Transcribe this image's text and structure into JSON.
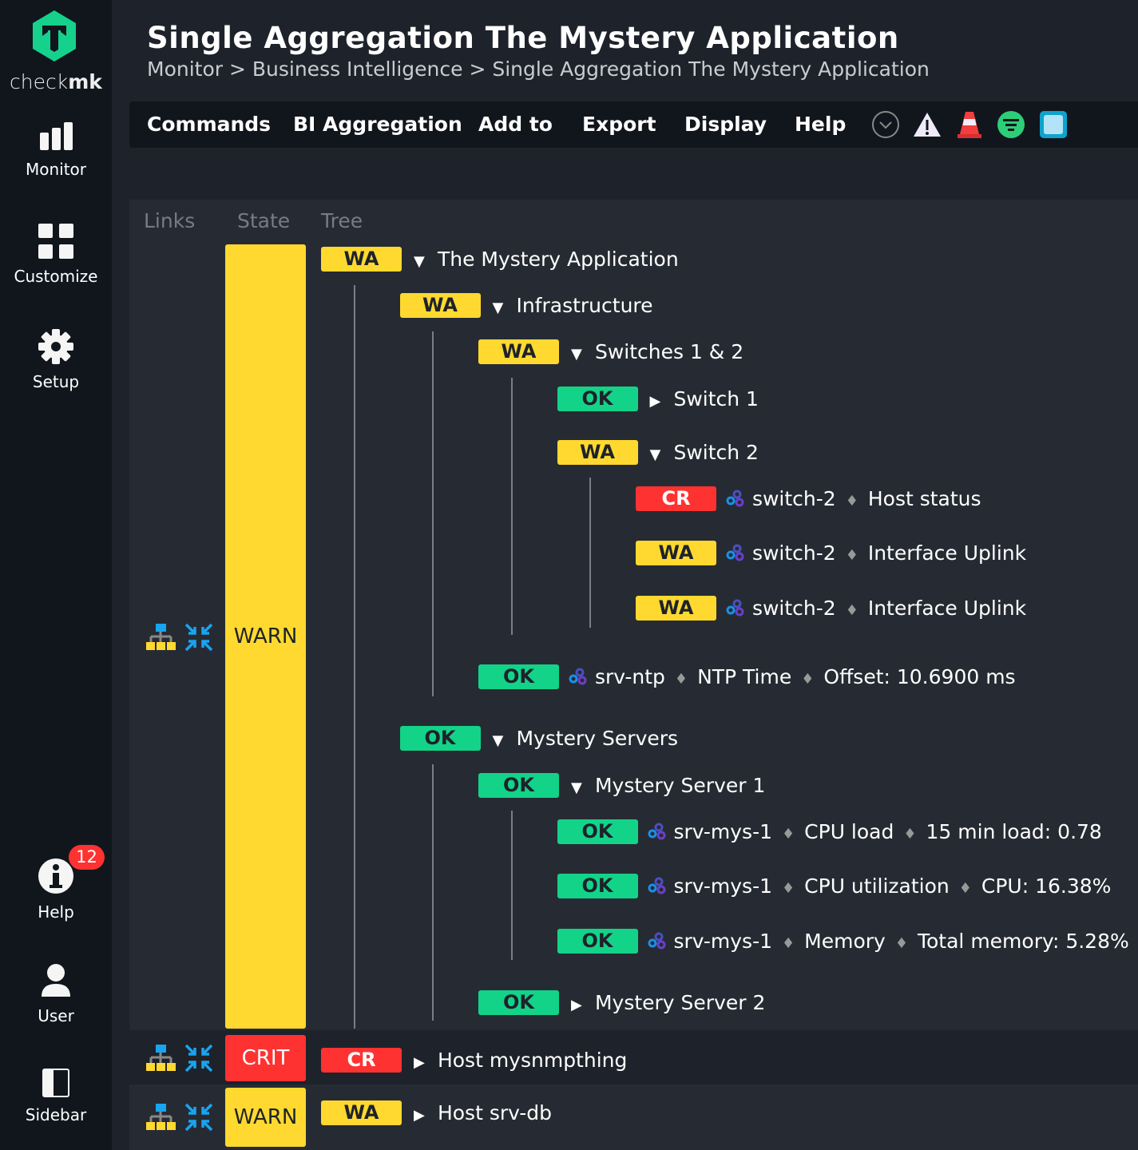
{
  "sidebar": {
    "logo": "checkmk",
    "items": [
      {
        "label": "Monitor",
        "icon": "bar-chart-icon"
      },
      {
        "label": "Customize",
        "icon": "grid-icon"
      },
      {
        "label": "Setup",
        "icon": "gear-icon"
      }
    ],
    "bottom": [
      {
        "label": "Help",
        "icon": "info-icon",
        "badge": "12"
      },
      {
        "label": "User",
        "icon": "user-icon"
      },
      {
        "label": "Sidebar",
        "icon": "sidebar-icon"
      }
    ]
  },
  "header": {
    "title": "Single Aggregation The Mystery Application",
    "breadcrumb": "Monitor > Business Intelligence > Single Aggregation The Mystery Application"
  },
  "menu": [
    "Commands",
    "BI Aggregation",
    "Add to",
    "Export",
    "Display",
    "Help"
  ],
  "toolbar_icons": [
    "chevron-down-circle-icon",
    "warning-icon",
    "traffic-cone-icon",
    "filter-icon",
    "square-icon"
  ],
  "colors": {
    "ok": "#13d389",
    "warn": "#ffd92f",
    "crit": "#ff3232"
  },
  "table": {
    "headers": [
      "Links",
      "State",
      "Tree"
    ],
    "rows": [
      {
        "state": "WARN",
        "tree": [
          {
            "d": 0,
            "s": "WA",
            "t": "The Mystery Application",
            "exp": "open"
          },
          {
            "d": 1,
            "s": "WA",
            "t": "Infrastructure",
            "exp": "open"
          },
          {
            "d": 2,
            "s": "WA",
            "t": "Switches 1 & 2",
            "exp": "open"
          },
          {
            "d": 3,
            "s": "OK",
            "t": "Switch 1",
            "exp": "closed"
          },
          {
            "d": 3,
            "s": "WA",
            "t": "Switch 2",
            "exp": "open"
          },
          {
            "d": 4,
            "s": "CR",
            "host": "switch-2",
            "svc": "Host status"
          },
          {
            "d": 4,
            "s": "WA",
            "host": "switch-2",
            "svc": "Interface Uplink"
          },
          {
            "d": 4,
            "s": "WA",
            "host": "switch-2",
            "svc": "Interface Uplink"
          },
          {
            "d": 2,
            "s": "OK",
            "host": "srv-ntp",
            "svc": "NTP Time",
            "out": "Offset: 10.6900 ms"
          },
          {
            "d": 1,
            "s": "OK",
            "t": "Mystery Servers",
            "exp": "open"
          },
          {
            "d": 2,
            "s": "OK",
            "t": "Mystery Server 1",
            "exp": "open"
          },
          {
            "d": 3,
            "s": "OK",
            "host": "srv-mys-1",
            "svc": "CPU load",
            "out": "15 min load: 0.78"
          },
          {
            "d": 3,
            "s": "OK",
            "host": "srv-mys-1",
            "svc": "CPU utilization",
            "out": "CPU: 16.38%"
          },
          {
            "d": 3,
            "s": "OK",
            "host": "srv-mys-1",
            "svc": "Memory",
            "out": "Total memory: 5.28%"
          },
          {
            "d": 2,
            "s": "OK",
            "t": "Mystery Server 2",
            "exp": "closed"
          }
        ]
      },
      {
        "state": "CRIT",
        "tree": [
          {
            "d": 0,
            "s": "CR",
            "t": "Host mysnmpthing",
            "exp": "closed"
          }
        ]
      },
      {
        "state": "WARN",
        "tree": [
          {
            "d": 0,
            "s": "WA",
            "t": "Host srv-db",
            "exp": "closed"
          }
        ]
      }
    ]
  }
}
